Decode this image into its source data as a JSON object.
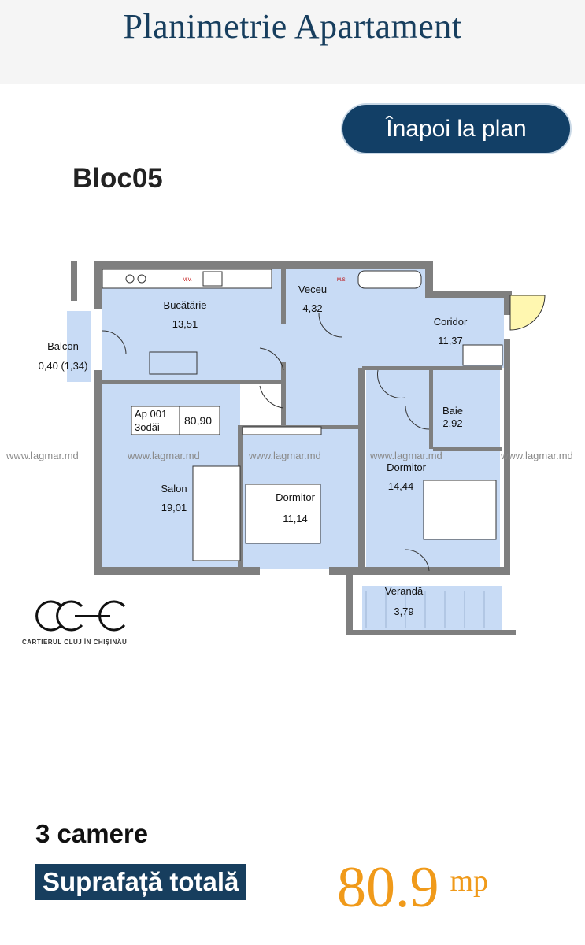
{
  "header": {
    "title": "Planimetrie Apartament"
  },
  "back_button": {
    "label": "Înapoi la plan"
  },
  "block": {
    "name": "Bloc05"
  },
  "plan": {
    "rooms": [
      {
        "name": "Bucătărie",
        "area": "13,51"
      },
      {
        "name": "Veceu",
        "area": "4,32"
      },
      {
        "name": "Coridor",
        "area": "11,37"
      },
      {
        "name": "Balcon",
        "area": "0,40 (1,34)"
      },
      {
        "name": "Baie",
        "area": "2,92"
      },
      {
        "name": "Salon",
        "area": "19,01"
      },
      {
        "name": "Dormitor",
        "area": "11,14"
      },
      {
        "name": "Dormitor",
        "area": "14,44"
      },
      {
        "name": "Verandă",
        "area": "3,79"
      }
    ],
    "apartment_box": {
      "number": "Ap 001",
      "type": "3odăi",
      "area": "80,90"
    },
    "appliance_labels": {
      "mv": "M.V.",
      "ms": "M.S."
    },
    "watermark": "www.lagmar.md",
    "logo_caption": "CARTIERUL CLUJ ÎN CHIȘINĂU"
  },
  "summary": {
    "rooms_count": "3 camere",
    "total_label": "Suprafață totală",
    "total_value": "80.9",
    "unit": "mp"
  }
}
